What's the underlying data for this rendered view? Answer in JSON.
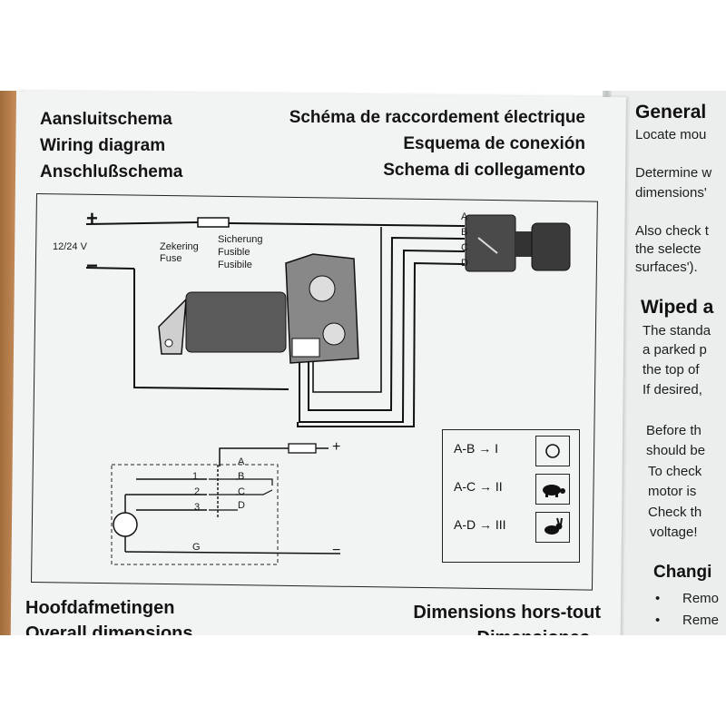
{
  "left_page": {
    "titles_left": [
      "Aansluitschema",
      "Wiring diagram",
      "Anschlußschema"
    ],
    "titles_right": [
      "Schéma de raccordement électrique",
      "Esquema de conexión",
      "Schema di collegamento"
    ],
    "diagram": {
      "plus": "+",
      "minus": "−",
      "voltage": "12/24 V",
      "fuse_labels_left": [
        "Zekering",
        "Fuse"
      ],
      "fuse_labels_right": [
        "Sicherung",
        "Fusible",
        "Fusibile"
      ],
      "terminals": [
        "A",
        "B",
        "C",
        "D"
      ],
      "schematic_numbers": [
        "1",
        "2",
        "3",
        "G"
      ],
      "schematic_letters": [
        "A",
        "B",
        "C",
        "D"
      ],
      "schematic_plus": "+",
      "schematic_minus": "−"
    },
    "legend": [
      {
        "combo": "A-B → I",
        "icon": "circle-icon"
      },
      {
        "combo": "A-C → II",
        "icon": "turtle-icon"
      },
      {
        "combo": "A-D → III",
        "icon": "rabbit-icon"
      }
    ],
    "bottom_left": [
      "Hoofdafmetingen",
      "Overall dimensions"
    ],
    "bottom_right": [
      "Dimensions hors-tout",
      "Dimensiones"
    ]
  },
  "right_page": {
    "heading_general": "General",
    "line1": "Locate mou",
    "line2a": "Determine w",
    "line2b": "dimensions'",
    "line3a": "Also check t",
    "line3b": "the selecte",
    "line3c": "surfaces').",
    "heading_wiped": "Wiped a",
    "p1": [
      "The standa",
      "a parked p",
      "the top of",
      "If desired,"
    ],
    "p2": [
      "Before th",
      "should be",
      "To check",
      "motor is",
      "Check th",
      "voltage!"
    ],
    "heading_changing": "Changi",
    "bullets": [
      "Remo",
      "Reme"
    ]
  }
}
